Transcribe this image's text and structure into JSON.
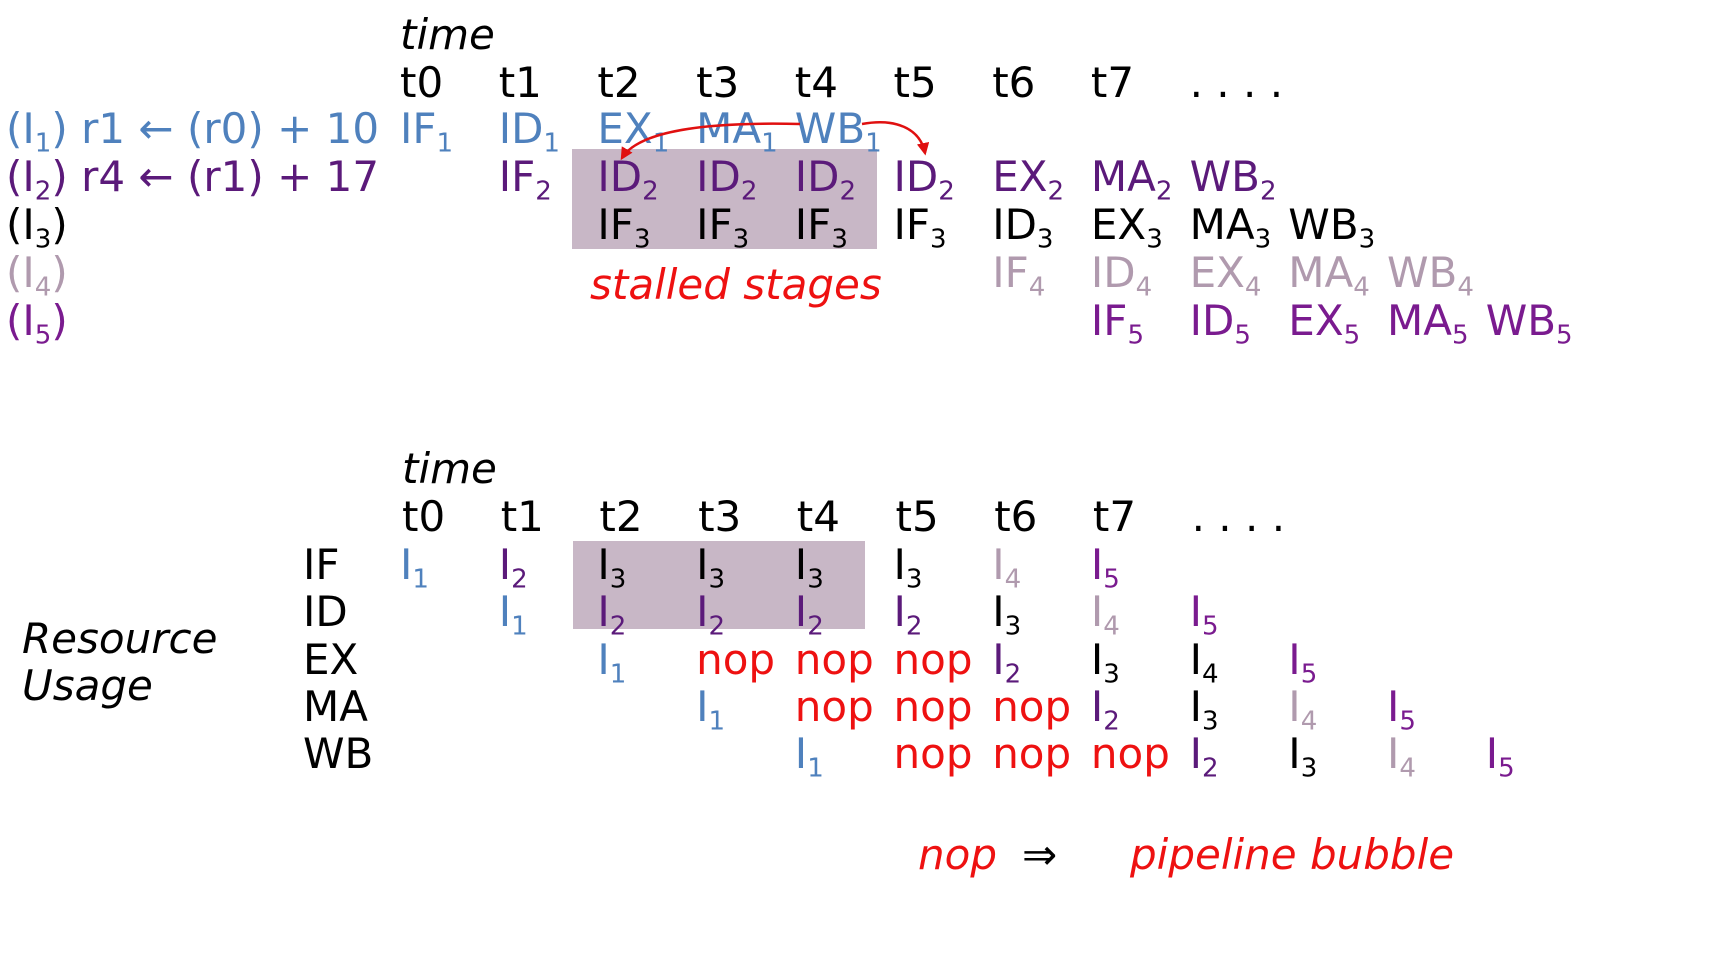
{
  "colors": {
    "i1": "#4f81bd",
    "i2": "#5b1a7a",
    "i3": "#000000",
    "i4": "#b09aae",
    "i5": "#7a1b8f",
    "nop": "#ee1111",
    "shade": "#c8b7c6",
    "arrow": "#e01010"
  },
  "top": {
    "time_label": "time",
    "time_ticks": [
      "t0",
      "t1",
      "t2",
      "t3",
      "t4",
      "t5",
      "t6",
      "t7",
      ". . . ."
    ],
    "instructions": [
      {
        "id": "I",
        "sub": "1",
        "text": " r1 ← (r0) + 10",
        "color": "i1"
      },
      {
        "id": "I",
        "sub": "2",
        "text": " r4 ← (r1) + 17",
        "color": "i2"
      },
      {
        "id": "I",
        "sub": "3",
        "text": "",
        "color": "i3"
      },
      {
        "id": "I",
        "sub": "4",
        "text": "",
        "color": "i4"
      },
      {
        "id": "I",
        "sub": "5",
        "text": "",
        "color": "i5"
      }
    ],
    "stages": [
      {
        "row": 0,
        "col": 0,
        "stage": "IF",
        "sub": "1",
        "color": "i1"
      },
      {
        "row": 0,
        "col": 1,
        "stage": "ID",
        "sub": "1",
        "color": "i1"
      },
      {
        "row": 0,
        "col": 2,
        "stage": "EX",
        "sub": "1",
        "color": "i1"
      },
      {
        "row": 0,
        "col": 3,
        "stage": "MA",
        "sub": "1",
        "color": "i1"
      },
      {
        "row": 0,
        "col": 4,
        "stage": "WB",
        "sub": "1",
        "color": "i1"
      },
      {
        "row": 1,
        "col": 1,
        "stage": "IF",
        "sub": "2",
        "color": "i2"
      },
      {
        "row": 1,
        "col": 2,
        "stage": "ID",
        "sub": "2",
        "color": "i2"
      },
      {
        "row": 1,
        "col": 3,
        "stage": "ID",
        "sub": "2",
        "color": "i2"
      },
      {
        "row": 1,
        "col": 4,
        "stage": "ID",
        "sub": "2",
        "color": "i2"
      },
      {
        "row": 1,
        "col": 5,
        "stage": "ID",
        "sub": "2",
        "color": "i2"
      },
      {
        "row": 1,
        "col": 6,
        "stage": "EX",
        "sub": "2",
        "color": "i2"
      },
      {
        "row": 1,
        "col": 7,
        "stage": "MA",
        "sub": "2",
        "color": "i2"
      },
      {
        "row": 1,
        "col": 8,
        "stage": "WB",
        "sub": "2",
        "color": "i2"
      },
      {
        "row": 2,
        "col": 2,
        "stage": "IF",
        "sub": "3",
        "color": "i3"
      },
      {
        "row": 2,
        "col": 3,
        "stage": "IF",
        "sub": "3",
        "color": "i3"
      },
      {
        "row": 2,
        "col": 4,
        "stage": "IF",
        "sub": "3",
        "color": "i3"
      },
      {
        "row": 2,
        "col": 5,
        "stage": "IF",
        "sub": "3",
        "color": "i3"
      },
      {
        "row": 2,
        "col": 6,
        "stage": "ID",
        "sub": "3",
        "color": "i3"
      },
      {
        "row": 2,
        "col": 7,
        "stage": "EX",
        "sub": "3",
        "color": "i3"
      },
      {
        "row": 2,
        "col": 8,
        "stage": "MA",
        "sub": "3",
        "color": "i3"
      },
      {
        "row": 2,
        "col": 9,
        "stage": "WB",
        "sub": "3",
        "color": "i3"
      },
      {
        "row": 3,
        "col": 6,
        "stage": "IF",
        "sub": "4",
        "color": "i4"
      },
      {
        "row": 3,
        "col": 7,
        "stage": "ID",
        "sub": "4",
        "color": "i4"
      },
      {
        "row": 3,
        "col": 8,
        "stage": "EX",
        "sub": "4",
        "color": "i4"
      },
      {
        "row": 3,
        "col": 9,
        "stage": "MA",
        "sub": "4",
        "color": "i4"
      },
      {
        "row": 3,
        "col": 10,
        "stage": "WB",
        "sub": "4",
        "color": "i4"
      },
      {
        "row": 4,
        "col": 7,
        "stage": "IF",
        "sub": "5",
        "color": "i5"
      },
      {
        "row": 4,
        "col": 8,
        "stage": "ID",
        "sub": "5",
        "color": "i5"
      },
      {
        "row": 4,
        "col": 9,
        "stage": "EX",
        "sub": "5",
        "color": "i5"
      },
      {
        "row": 4,
        "col": 10,
        "stage": "MA",
        "sub": "5",
        "color": "i5"
      },
      {
        "row": 4,
        "col": 11,
        "stage": "WB",
        "sub": "5",
        "color": "i5"
      }
    ],
    "stall_label": "stalled stages"
  },
  "bottom": {
    "time_label": "time",
    "time_ticks": [
      "t0",
      "t1",
      "t2",
      "t3",
      "t4",
      "t5",
      "t6",
      "t7",
      ". . . ."
    ],
    "side_label_line1": "Resource",
    "side_label_line2": "Usage",
    "resources": [
      "IF",
      "ID",
      "EX",
      "MA",
      "WB"
    ],
    "cells": [
      {
        "row": 0,
        "col": 0,
        "text": "I",
        "sub": "1",
        "color": "i1"
      },
      {
        "row": 0,
        "col": 1,
        "text": "I",
        "sub": "2",
        "color": "i2"
      },
      {
        "row": 0,
        "col": 2,
        "text": "I",
        "sub": "3",
        "color": "i3"
      },
      {
        "row": 0,
        "col": 3,
        "text": "I",
        "sub": "3",
        "color": "i3"
      },
      {
        "row": 0,
        "col": 4,
        "text": "I",
        "sub": "3",
        "color": "i3"
      },
      {
        "row": 0,
        "col": 5,
        "text": "I",
        "sub": "3",
        "color": "i3"
      },
      {
        "row": 0,
        "col": 6,
        "text": "I",
        "sub": "4",
        "color": "i4"
      },
      {
        "row": 0,
        "col": 7,
        "text": "I",
        "sub": "5",
        "color": "i5"
      },
      {
        "row": 1,
        "col": 1,
        "text": "I",
        "sub": "1",
        "color": "i1"
      },
      {
        "row": 1,
        "col": 2,
        "text": "I",
        "sub": "2",
        "color": "i2"
      },
      {
        "row": 1,
        "col": 3,
        "text": "I",
        "sub": "2",
        "color": "i2"
      },
      {
        "row": 1,
        "col": 4,
        "text": "I",
        "sub": "2",
        "color": "i2"
      },
      {
        "row": 1,
        "col": 5,
        "text": "I",
        "sub": "2",
        "color": "i2"
      },
      {
        "row": 1,
        "col": 6,
        "text": "I",
        "sub": "3",
        "color": "i3"
      },
      {
        "row": 1,
        "col": 7,
        "text": "I",
        "sub": "4",
        "color": "i4"
      },
      {
        "row": 1,
        "col": 8,
        "text": "I",
        "sub": "5",
        "color": "i5"
      },
      {
        "row": 2,
        "col": 2,
        "text": "I",
        "sub": "1",
        "color": "i1"
      },
      {
        "row": 2,
        "col": 3,
        "text": "nop",
        "sub": "",
        "color": "nop"
      },
      {
        "row": 2,
        "col": 4,
        "text": "nop",
        "sub": "",
        "color": "nop"
      },
      {
        "row": 2,
        "col": 5,
        "text": "nop",
        "sub": "",
        "color": "nop"
      },
      {
        "row": 2,
        "col": 6,
        "text": "I",
        "sub": "2",
        "color": "i2"
      },
      {
        "row": 2,
        "col": 7,
        "text": "I",
        "sub": "3",
        "color": "i3"
      },
      {
        "row": 2,
        "col": 8,
        "text": "I",
        "sub": "4",
        "color": "i3"
      },
      {
        "row": 2,
        "col": 9,
        "text": "I",
        "sub": "5",
        "color": "i5"
      },
      {
        "row": 3,
        "col": 3,
        "text": "I",
        "sub": "1",
        "color": "i1"
      },
      {
        "row": 3,
        "col": 4,
        "text": "nop",
        "sub": "",
        "color": "nop"
      },
      {
        "row": 3,
        "col": 5,
        "text": "nop",
        "sub": "",
        "color": "nop"
      },
      {
        "row": 3,
        "col": 6,
        "text": "nop",
        "sub": "",
        "color": "nop"
      },
      {
        "row": 3,
        "col": 7,
        "text": "I",
        "sub": "2",
        "color": "i2"
      },
      {
        "row": 3,
        "col": 8,
        "text": "I",
        "sub": "3",
        "color": "i3"
      },
      {
        "row": 3,
        "col": 9,
        "text": "I",
        "sub": "4",
        "color": "i4"
      },
      {
        "row": 3,
        "col": 10,
        "text": "I",
        "sub": "5",
        "color": "i5"
      },
      {
        "row": 4,
        "col": 4,
        "text": "I",
        "sub": "1",
        "color": "i1"
      },
      {
        "row": 4,
        "col": 5,
        "text": "nop",
        "sub": "",
        "color": "nop"
      },
      {
        "row": 4,
        "col": 6,
        "text": "nop",
        "sub": "",
        "color": "nop"
      },
      {
        "row": 4,
        "col": 7,
        "text": "nop",
        "sub": "",
        "color": "nop"
      },
      {
        "row": 4,
        "col": 8,
        "text": "I",
        "sub": "2",
        "color": "i2"
      },
      {
        "row": 4,
        "col": 9,
        "text": "I",
        "sub": "3",
        "color": "i3"
      },
      {
        "row": 4,
        "col": 10,
        "text": "I",
        "sub": "4",
        "color": "i4"
      },
      {
        "row": 4,
        "col": 11,
        "text": "I",
        "sub": "5",
        "color": "i5"
      }
    ]
  },
  "footer": {
    "nop": "nop",
    "arrow": "⇒",
    "meaning": "pipeline bubble"
  }
}
